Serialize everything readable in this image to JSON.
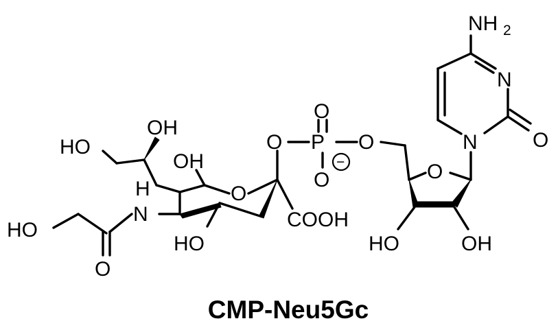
{
  "molecule": {
    "name": "CMP-Neu5Gc",
    "colors": {
      "ink": "#000000",
      "background": "#ffffff"
    },
    "atoms": {
      "nh2_n": "NH",
      "nh2_sub": "2",
      "n3": "N",
      "o_carbonyl_cyt": "O",
      "n1": "N",
      "o_ring_ribose": "O",
      "o_5prime": "O",
      "o_phos_top": "O",
      "p": "P",
      "o_phos_left": "O",
      "o_phos_bottom": "O",
      "charge": "−",
      "ho_2prime": "HO",
      "oh_3prime": "OH",
      "cooh": "COOH",
      "o_ring_sialic": "O",
      "oh_top": "OH",
      "oh_mid": "OH",
      "ho_left": "HO",
      "h_amide": "H",
      "n_amide": "N",
      "ho_glycolyl": "HO",
      "o_amide": "O",
      "ho_c4": "HO"
    }
  }
}
